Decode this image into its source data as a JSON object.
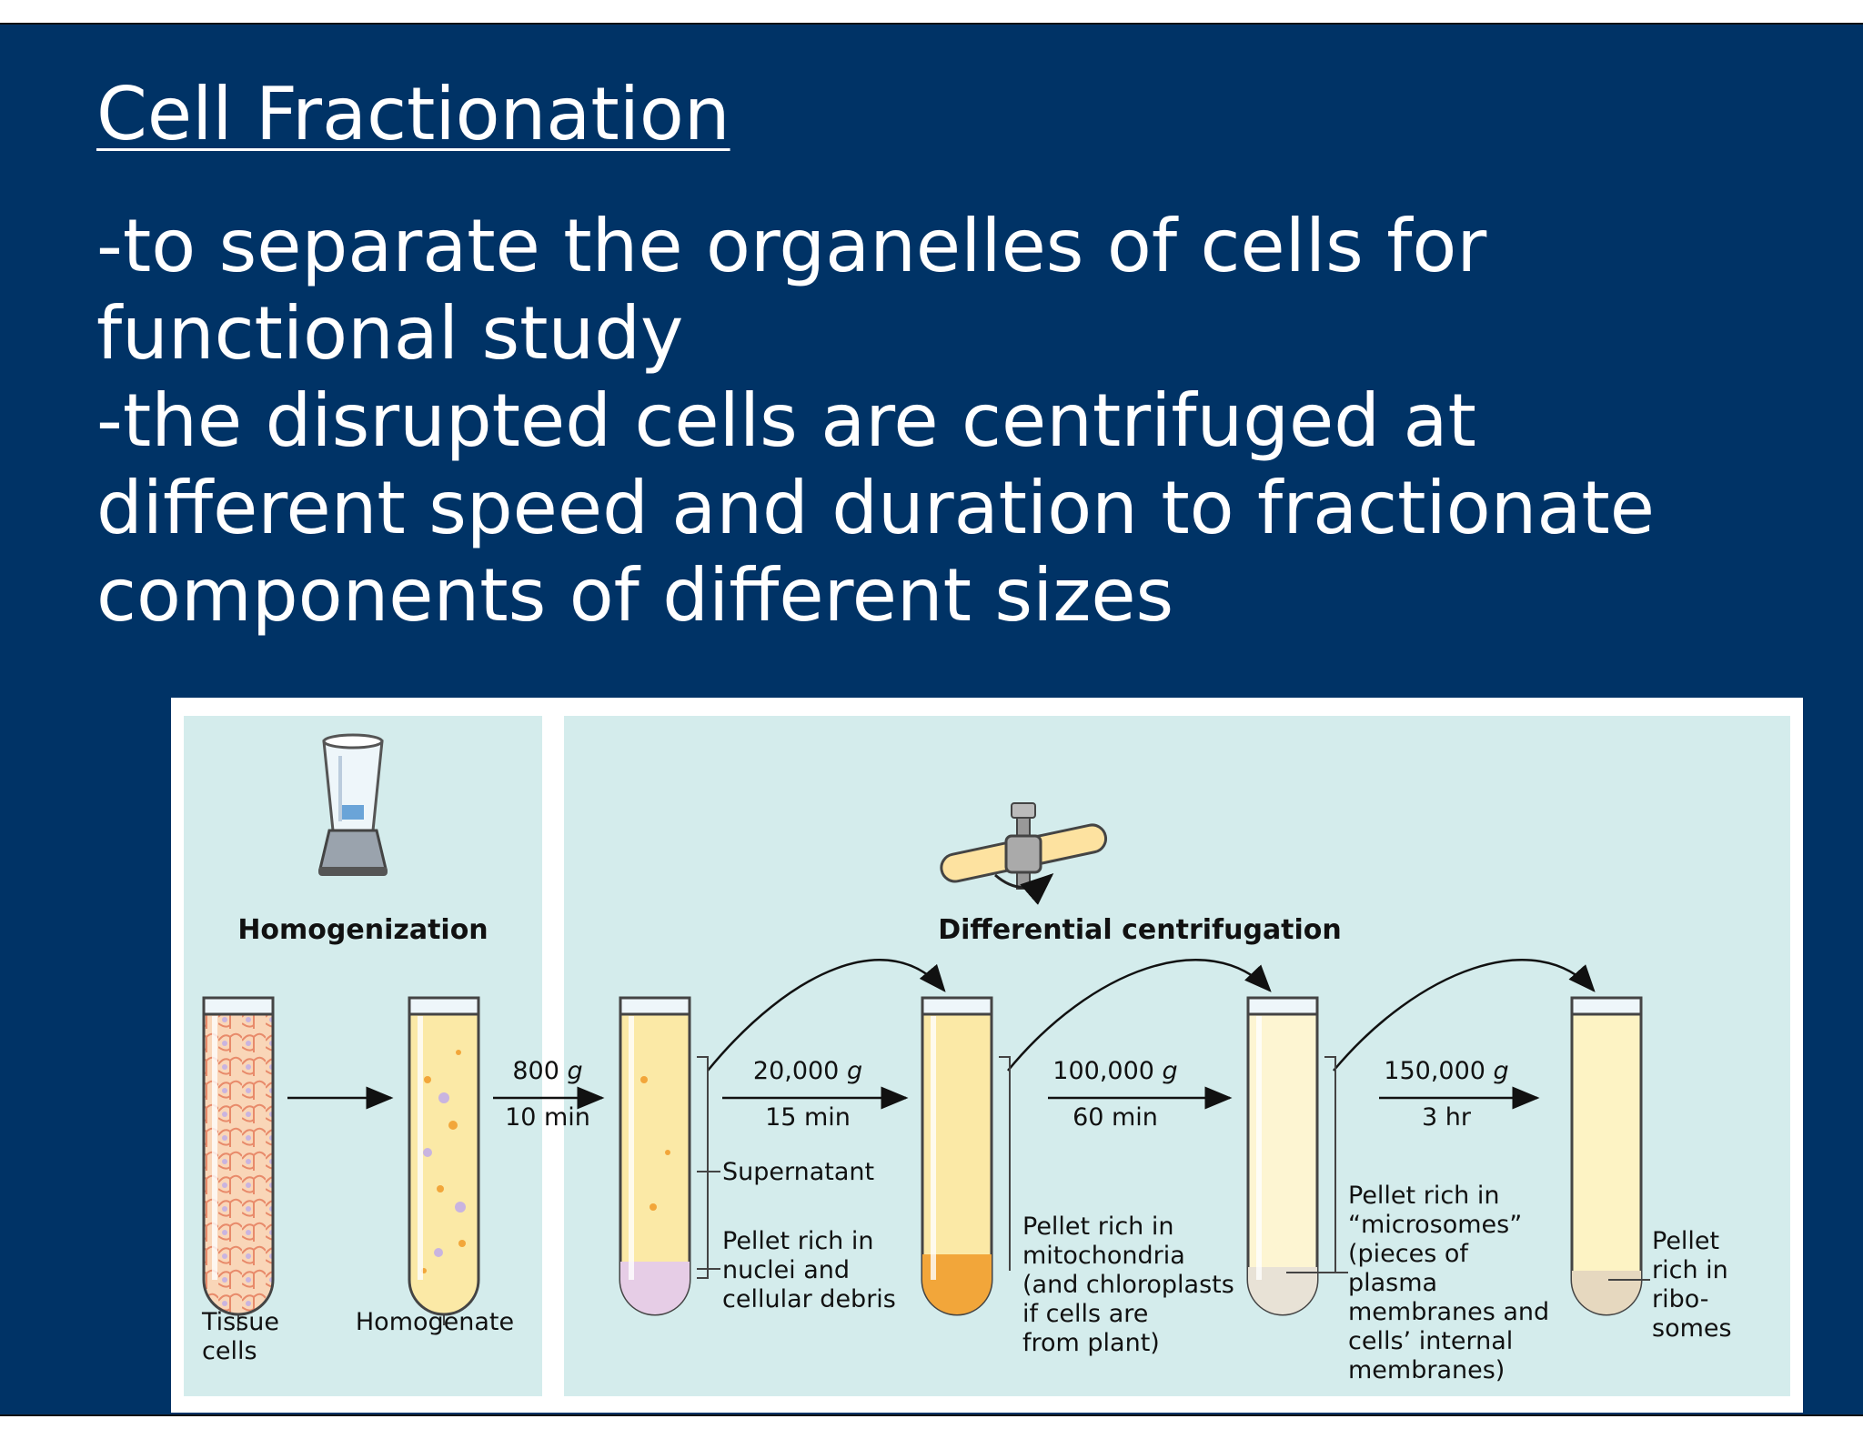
{
  "slide": {
    "title": "Cell Fractionation",
    "bullets": [
      "-to separate the organelles of cells for functional study",
      "-the disrupted cells are centrifuged at different speed and duration to fractionate components of different sizes"
    ]
  },
  "figure": {
    "homogenization_heading": "Homogenization",
    "centrifugation_heading": "Differential centrifugation",
    "tube_labels": {
      "tissue": [
        "Tissue",
        "cells"
      ],
      "homogenate": [
        "Homogenate"
      ]
    },
    "steps": [
      {
        "force": "800",
        "force_unit": "g",
        "time": "10 min"
      },
      {
        "force": "20,000",
        "force_unit": "g",
        "time": "15 min"
      },
      {
        "force": "100,000",
        "force_unit": "g",
        "time": "60 min"
      },
      {
        "force": "150,000",
        "force_unit": "g",
        "time": "3 hr"
      }
    ],
    "supernatant_label": "Supernatant",
    "pellets": [
      [
        "Pellet rich in",
        "nuclei and",
        "cellular debris"
      ],
      [
        "Pellet rich in",
        "mitochondria",
        "(and chloroplasts",
        "if cells are",
        "from plant)"
      ],
      [
        "Pellet rich in",
        "“microsomes”",
        "(pieces of",
        "plasma",
        "membranes and",
        "cells’ internal",
        "membranes)"
      ],
      [
        "Pellet",
        "rich in",
        "ribo-",
        "somes"
      ]
    ]
  },
  "colors": {
    "slide_bg": "#003366",
    "panel_bg": "#d4ecec",
    "tissue_cell": "#f7c9a6",
    "fluid_yellow": "#fbe9a6",
    "pellet_orange": "#f2a63a"
  }
}
